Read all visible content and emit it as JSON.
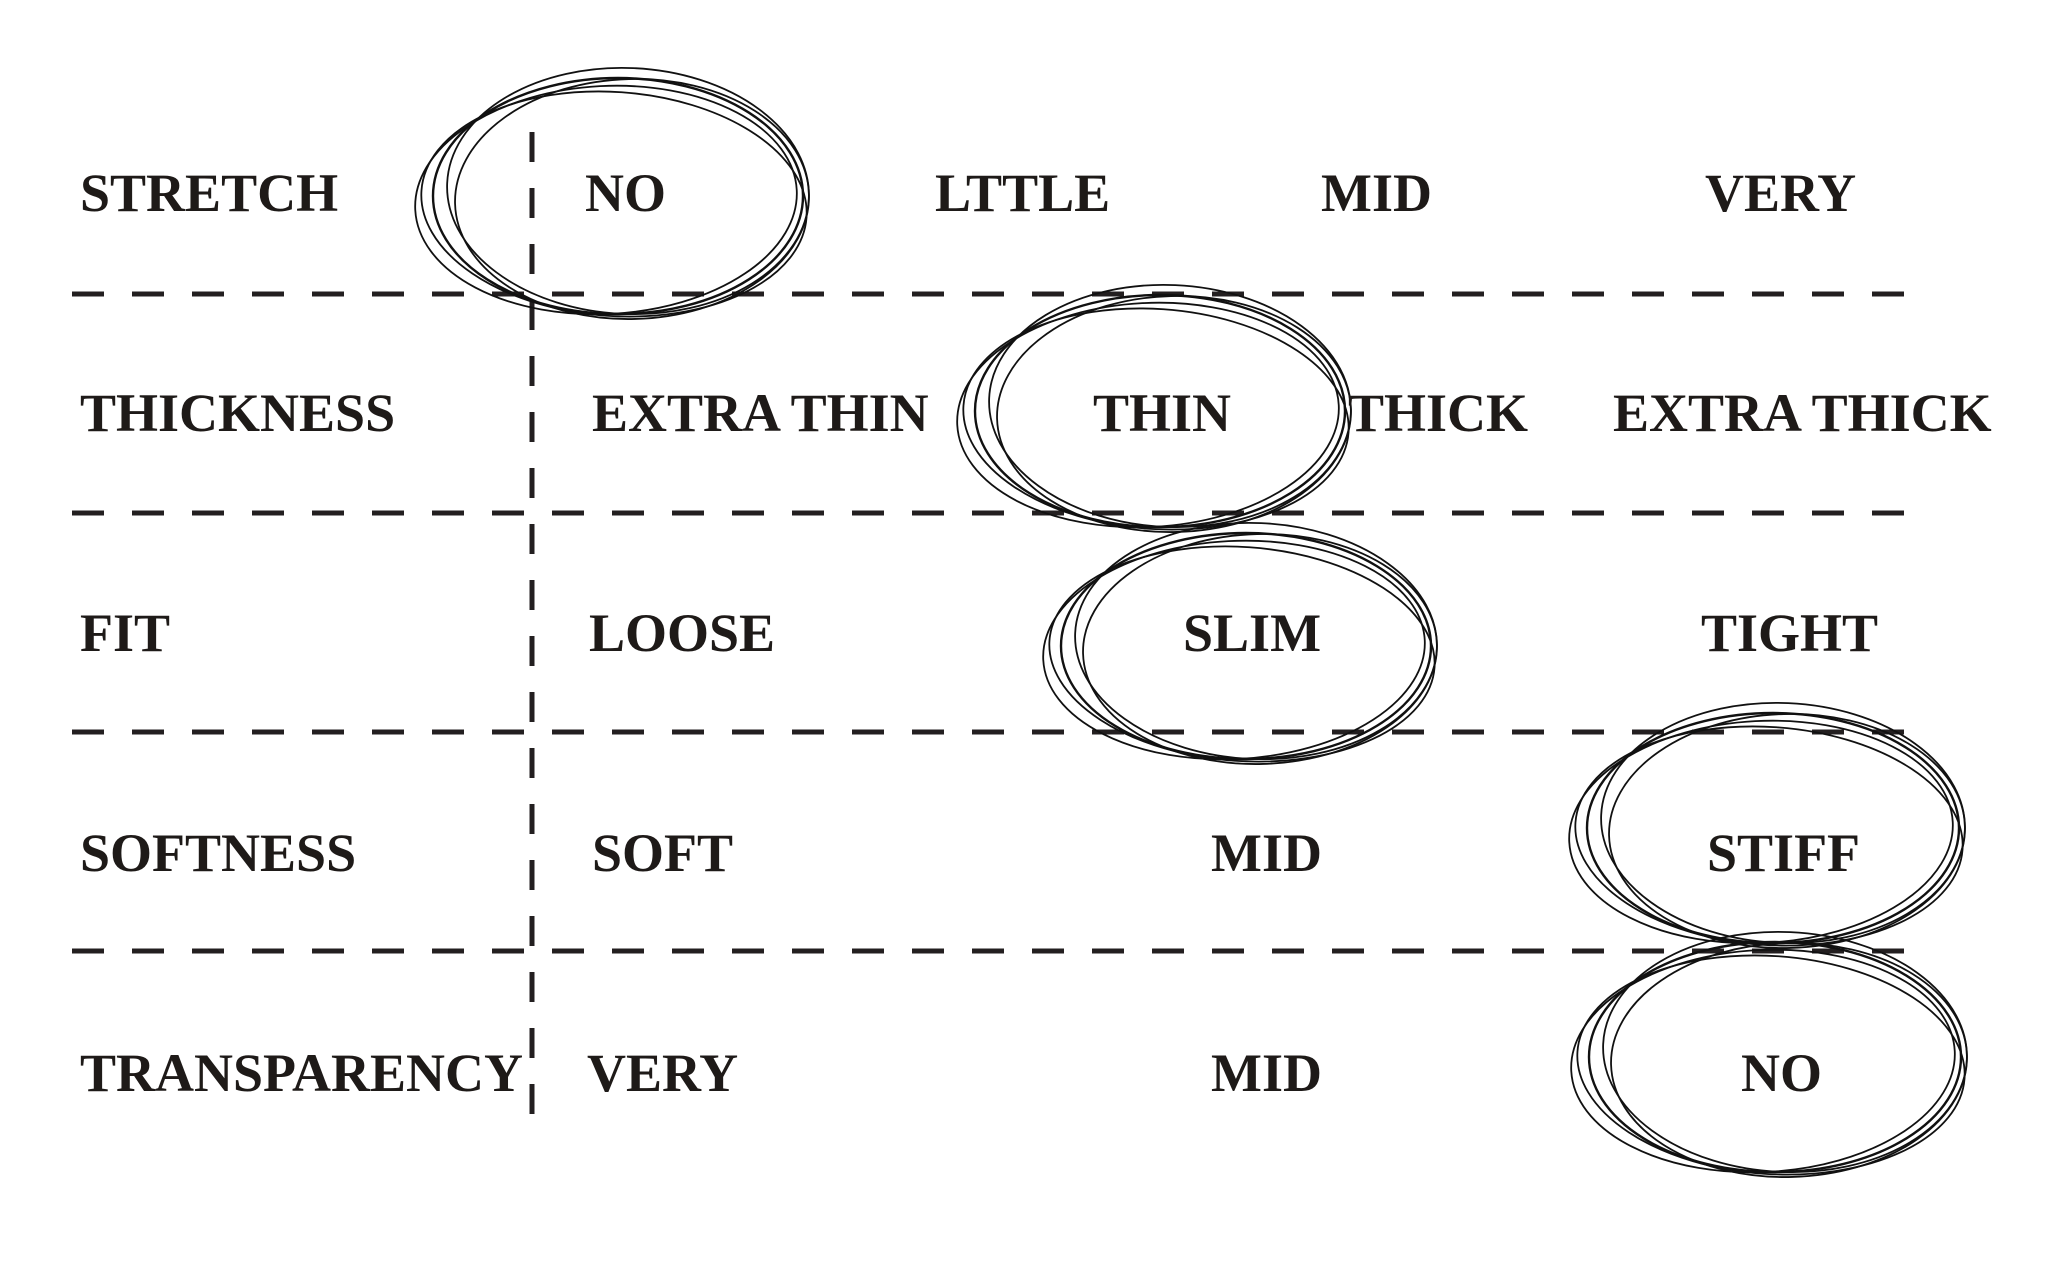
{
  "colors": {
    "text": "#1e1a18",
    "lines": "#231f20",
    "circles": "#111111",
    "background": "#ffffff"
  },
  "rows": [
    {
      "label": "STRETCH",
      "options": [
        "NO",
        "LTTLE",
        "MID",
        "VERY"
      ],
      "selected": 0
    },
    {
      "label": "THICKNESS",
      "options": [
        "EXTRA THIN",
        "THIN",
        "THICK",
        "EXTRA THICK"
      ],
      "selected": 1
    },
    {
      "label": "FIT",
      "options": [
        "LOOSE",
        "SLIM",
        "TIGHT"
      ],
      "selected": 1
    },
    {
      "label": "SOFTNESS",
      "options": [
        "SOFT",
        "MID",
        "STIFF"
      ],
      "selected": 2
    },
    {
      "label": "TRANSPARENCY",
      "options": [
        "VERY",
        "MID",
        "NO"
      ],
      "selected": 2
    }
  ]
}
